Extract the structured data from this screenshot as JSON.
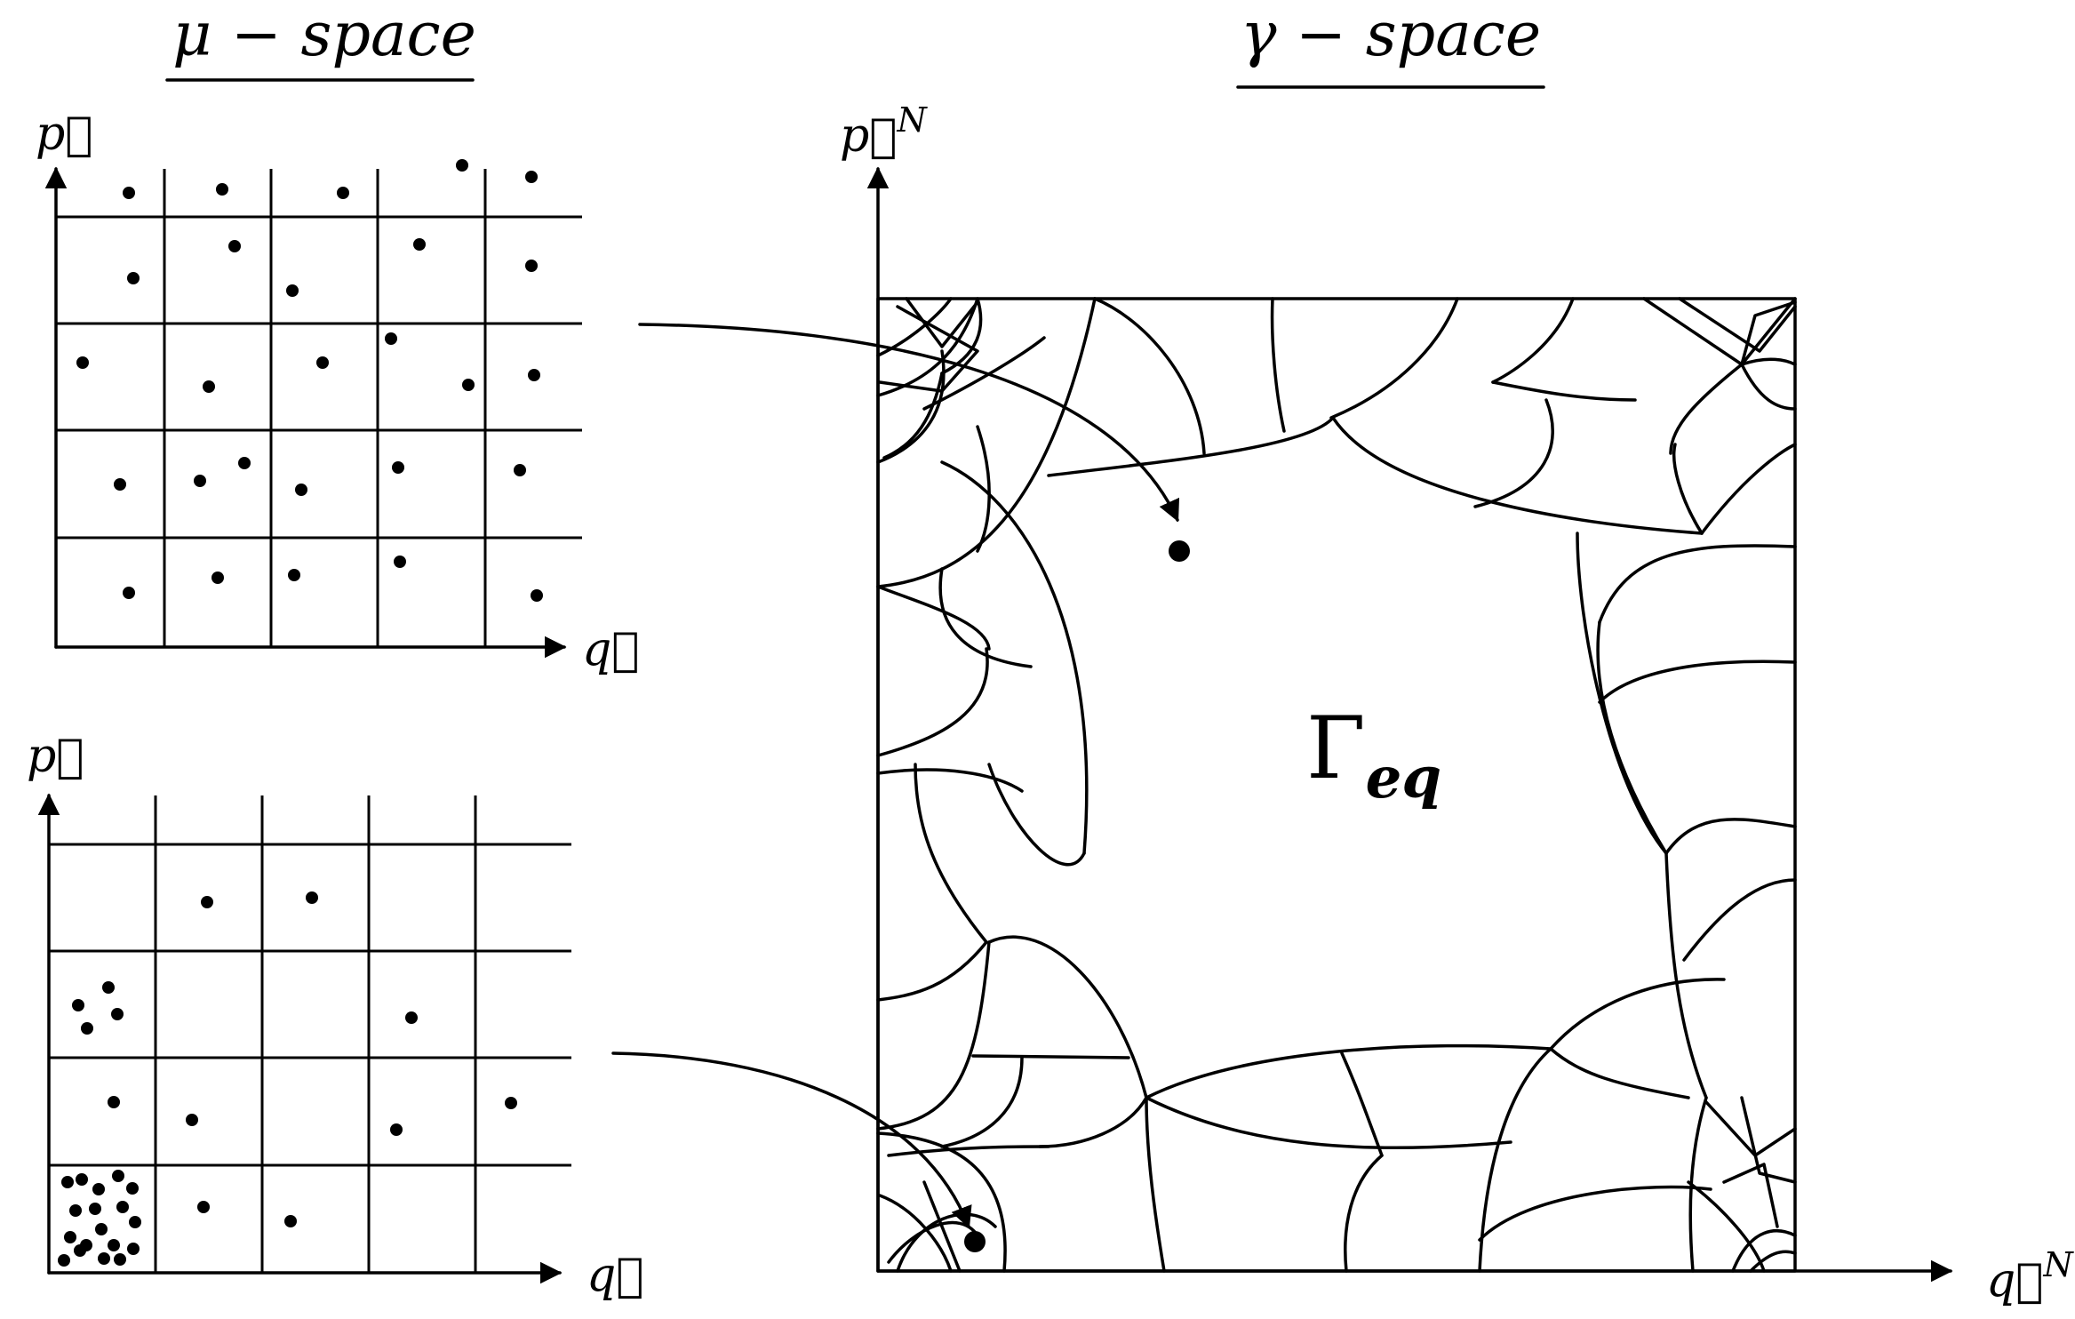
{
  "mu_space": {
    "title": "μ − space",
    "top_panel": {
      "p_label": "p⃗",
      "q_label": "q⃗"
    },
    "bottom_panel": {
      "p_label": "p⃗",
      "q_label": "q⃗"
    }
  },
  "gamma_space": {
    "title": "γ − space",
    "p_label": "p⃗",
    "p_superscript": "N",
    "q_label": "q⃗",
    "q_superscript": "N",
    "region_symbol": "Γ",
    "region_subscript": "eq"
  }
}
